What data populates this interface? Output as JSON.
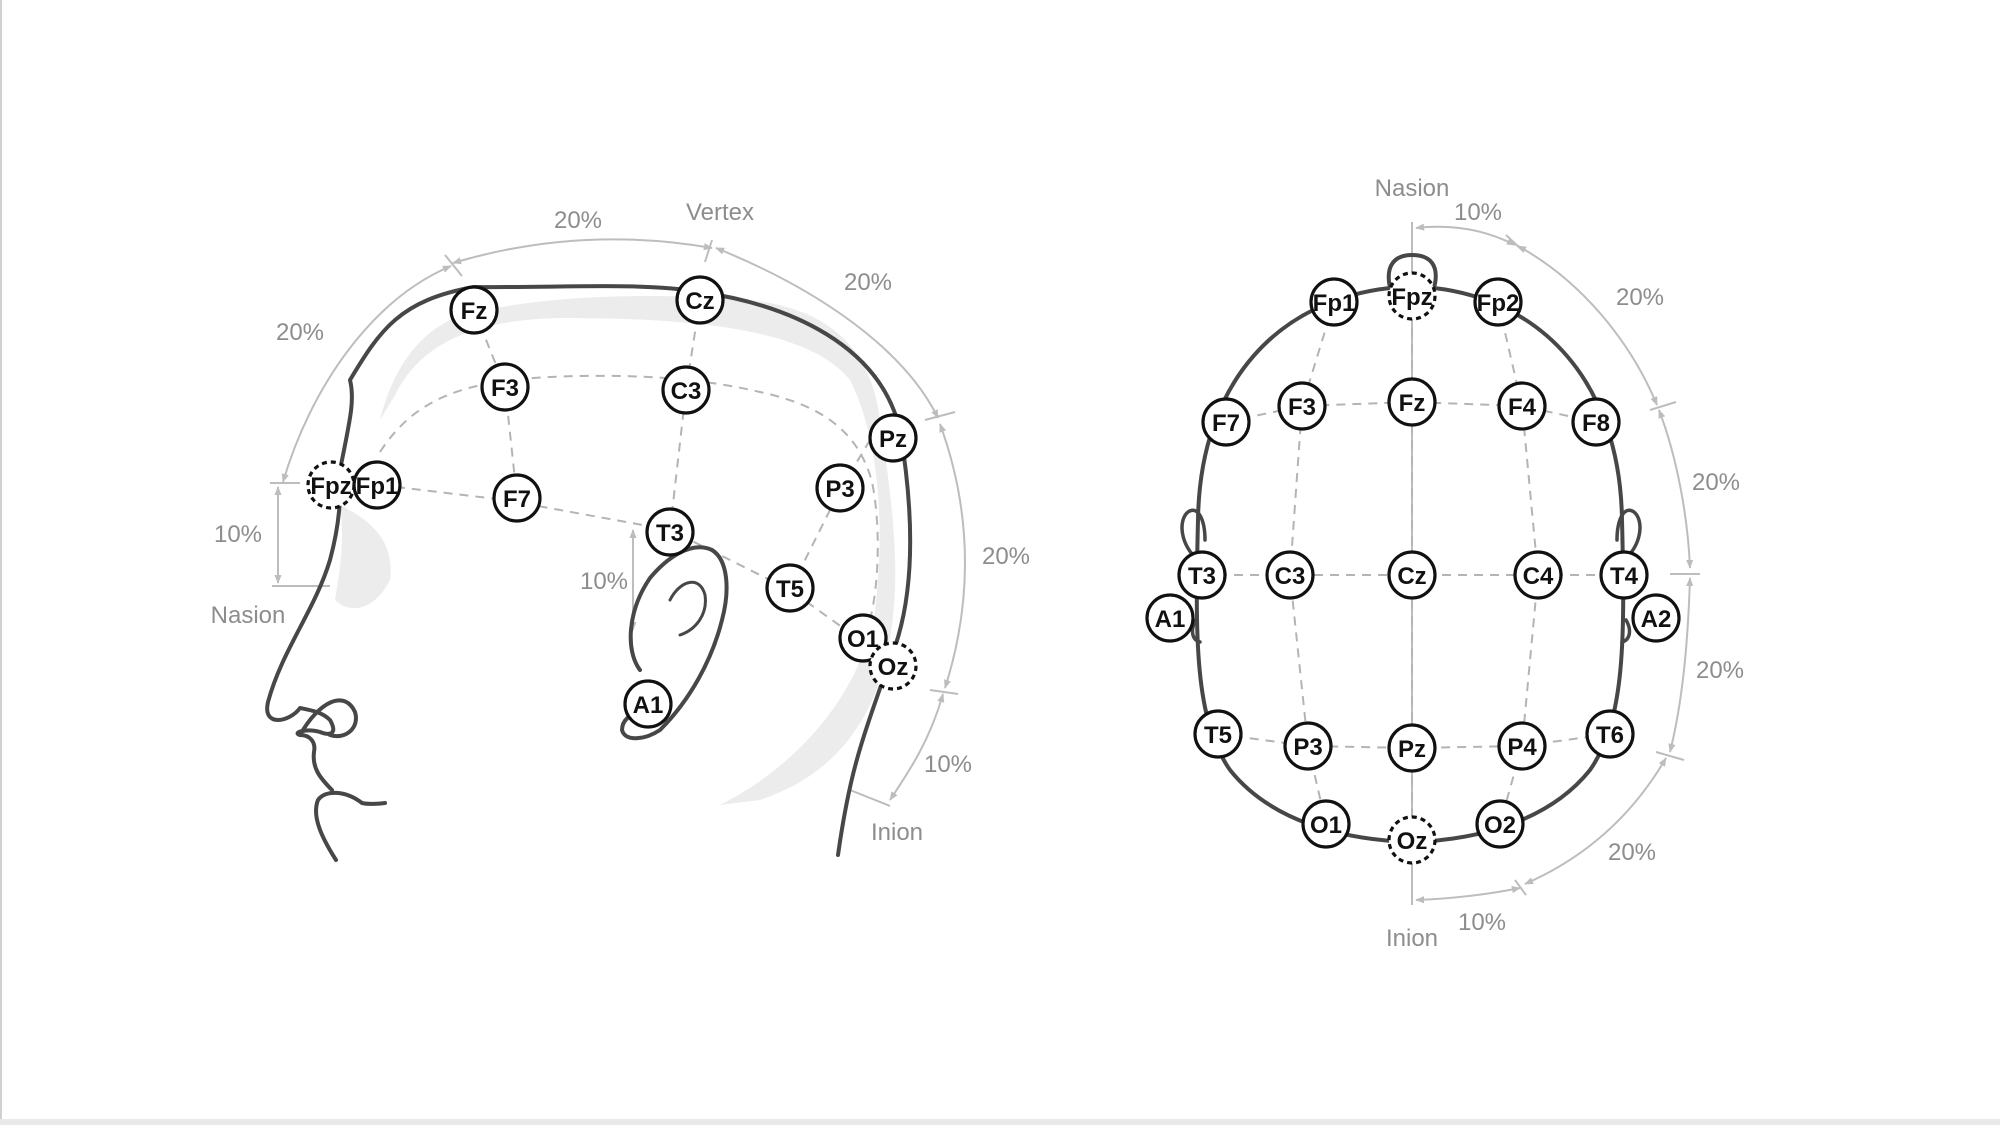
{
  "side_view": {
    "labels": {
      "vertex": "Vertex",
      "nasion": "Nasion",
      "inion": "Inion",
      "pct_top": "20%",
      "pct_front_upper": "20%",
      "pct_front_lower": "10%",
      "pct_back_upper": "20%",
      "pct_back_middle": "20%",
      "pct_back_lower": "10%",
      "pct_ear": "10%"
    },
    "electrodes": [
      "Fz",
      "Cz",
      "F3",
      "C3",
      "Pz",
      "Fpz",
      "Fp1",
      "F7",
      "T3",
      "P3",
      "T5",
      "O1",
      "Oz",
      "A1"
    ]
  },
  "top_view": {
    "labels": {
      "nasion": "Nasion",
      "inion": "Inion",
      "pct_top": "10%",
      "pct_right_1": "20%",
      "pct_right_2": "20%",
      "pct_right_3": "20%",
      "pct_bottom_right": "20%",
      "pct_bottom": "10%"
    },
    "electrodes": [
      "Fp1",
      "Fpz",
      "Fp2",
      "F7",
      "F3",
      "Fz",
      "F4",
      "F8",
      "T3",
      "C3",
      "Cz",
      "C4",
      "T4",
      "A1",
      "A2",
      "T5",
      "P3",
      "Pz",
      "P4",
      "T6",
      "O1",
      "Oz",
      "O2"
    ]
  },
  "colors": {
    "outline": "#474747",
    "electrode_stroke": "#111111",
    "grid": "#b4b4b4",
    "measure": "#bdbdbd",
    "label": "#8d8d8d"
  }
}
